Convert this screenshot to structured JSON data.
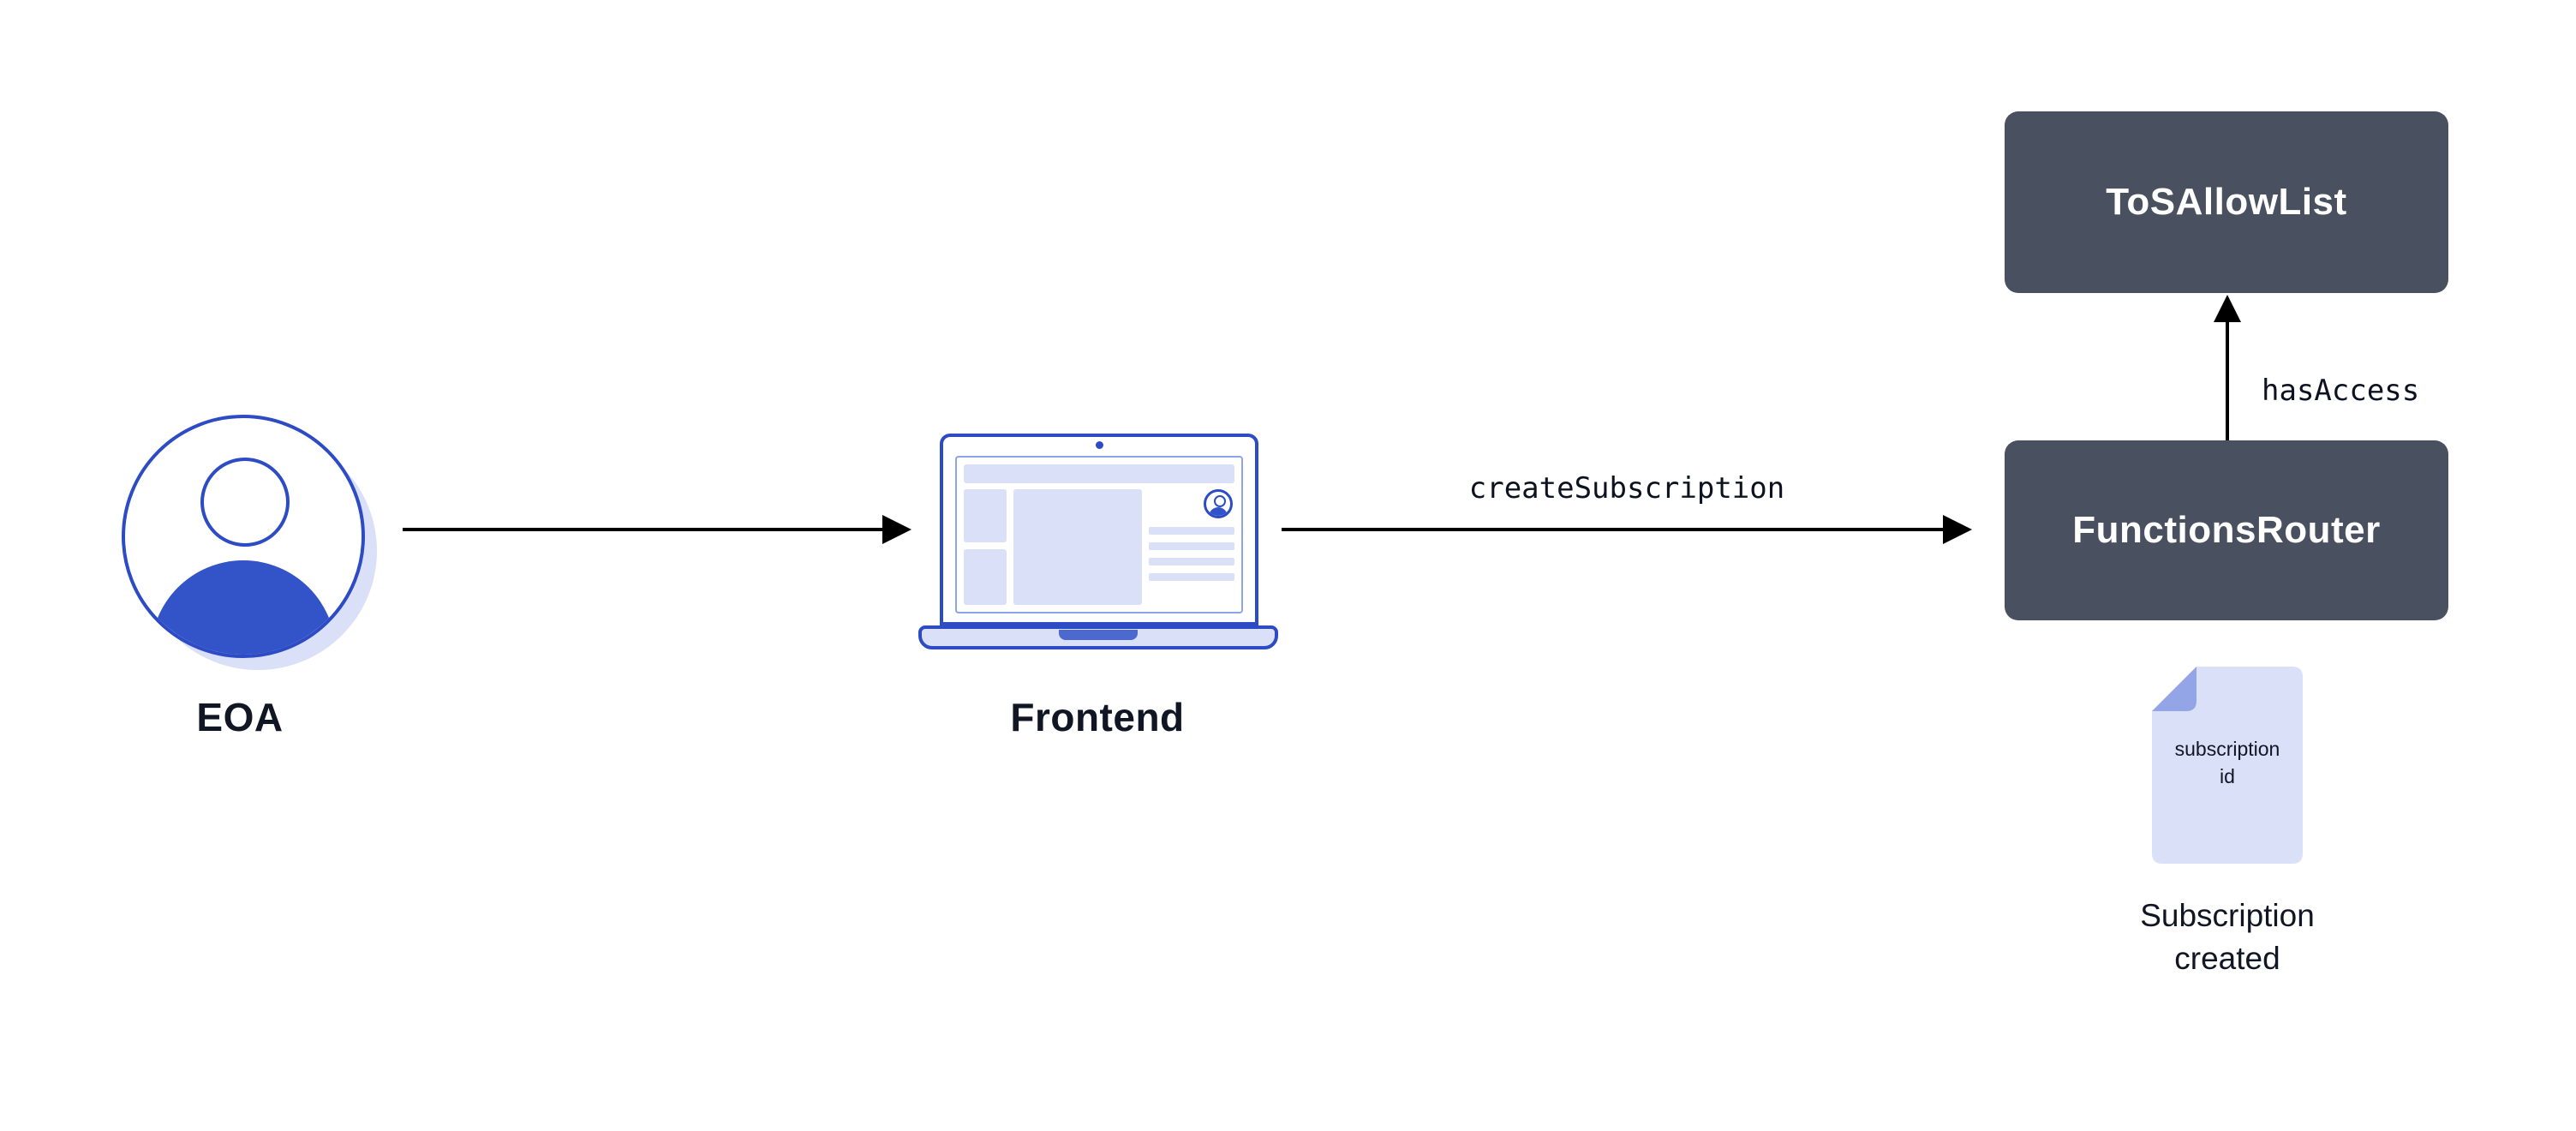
{
  "diagram": {
    "eoa": {
      "label": "EOA"
    },
    "frontend": {
      "label": "Frontend"
    },
    "tos_allow_list": {
      "label": "ToSAllowList"
    },
    "functions_router": {
      "label": "FunctionsRouter"
    },
    "edges": {
      "frontend_to_router": "createSubscription",
      "router_to_tos": "hasAccess"
    },
    "document": {
      "line1": "subscription",
      "line2": "id",
      "caption_line1": "Subscription",
      "caption_line2": "created"
    },
    "colors": {
      "box_bg": "#49505F",
      "box_text": "#FFFFFF",
      "primary_blue": "#3353C8",
      "outline_blue": "#2C4BC5",
      "light_blue": "#D9E0F7",
      "inner_outline": "#8EA4E8",
      "fold_blue": "#93A5E6",
      "text_dark": "#101623",
      "edge_text": "#0C1220",
      "arrow": "#000000"
    }
  }
}
